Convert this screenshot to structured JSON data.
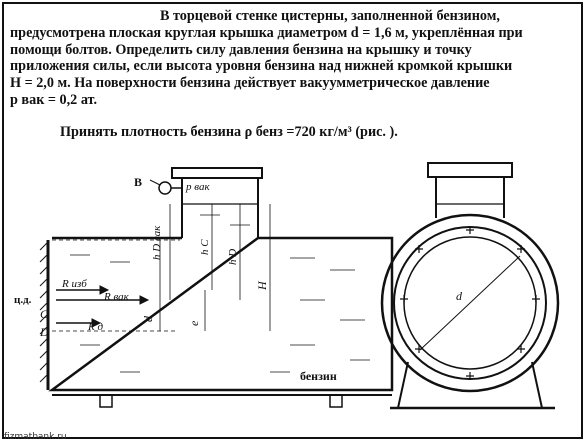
{
  "problem": {
    "line1": "В торцевой стенке цистерны, заполненной бензином,",
    "line2": "предусмотрена плоская круглая крышка диаметром d = 1,6 м, укреплённая при",
    "line3": "помощи болтов. Определить силу давления бензина на крышку и точку",
    "line4": "приложения силы, если высота уровня бензина над нижней кромкой крышки",
    "line5": "H = 2,0 м. На поверхности бензина действует вакуумметрическое давление",
    "line6": "p вак = 0,2 ат.",
    "line7": "Принять плотность бензина ρ бенз =720 кг/м³ (рис. )."
  },
  "figure_labels": {
    "B": "В",
    "p_vak": "p вак",
    "h_D_vak": "h D вак",
    "h_C": "h C",
    "h_D": "h D",
    "H": "H",
    "d": "d",
    "e": "e",
    "cd": "ц.д.",
    "C": "C",
    "D": "D",
    "R_izb": "R изб",
    "R_vak": "R вак",
    "R_d": "R д",
    "benzin": "бензин",
    "d_right": "d"
  },
  "watermark": "fizmatbank.ru"
}
